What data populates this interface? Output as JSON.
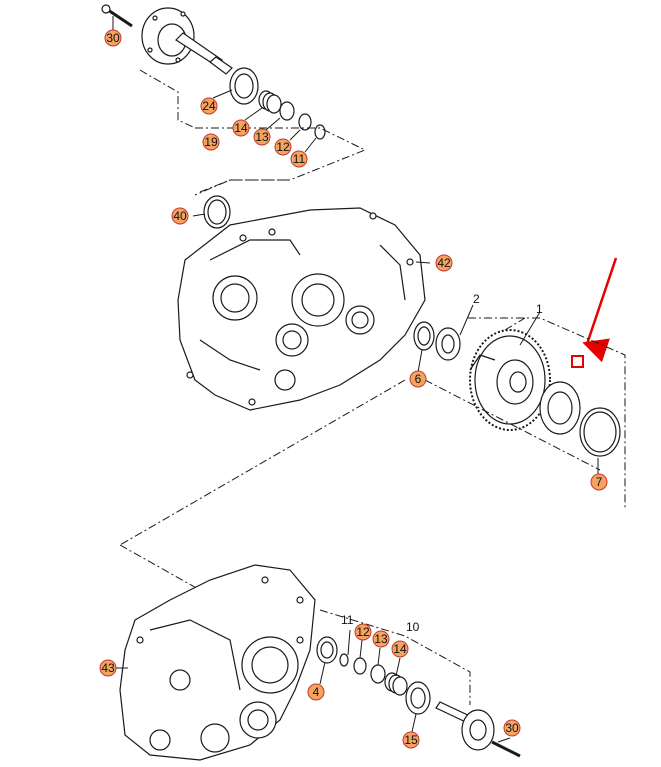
{
  "diagram": {
    "colors": {
      "line": "#1a1a1a",
      "callout_fill": "#f4a460",
      "callout_stroke": "#c0392b",
      "arrow": "#e60000",
      "highlight_box": "#e60000"
    },
    "callouts": {
      "c30_top": "30",
      "c24": "24",
      "c14_top": "14",
      "c13_top": "13",
      "c19": "19",
      "c12_top": "12",
      "c11_top": "11",
      "c40": "40",
      "c42": "42",
      "c6": "6",
      "c7": "7",
      "c43": "43",
      "c4": "4",
      "c12_bot": "12",
      "c13_bot": "13",
      "c14_bot": "14",
      "c15": "15",
      "c30_bot": "30"
    },
    "labels": {
      "l2": "2",
      "l1": "1",
      "l11_bot": "11",
      "l10": "10"
    }
  }
}
